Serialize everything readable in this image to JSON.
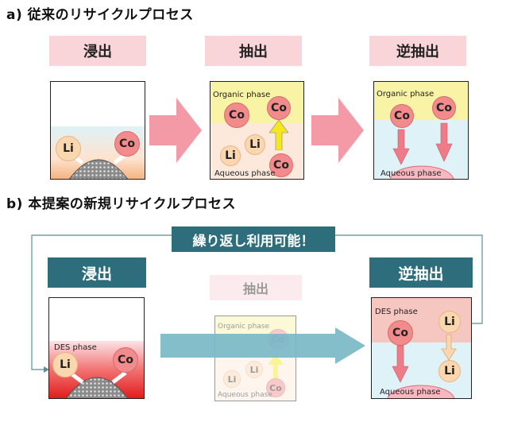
{
  "section_a": {
    "title": "a) 従来のリサイクルプロセス"
  },
  "section_b": {
    "title": "b) 本提案の新規リサイクルプロセス"
  },
  "steps": {
    "leach": "浸出",
    "extract": "抽出",
    "strip": "逆抽出"
  },
  "reuse_banner": "繰り返し利用可能！",
  "phases": {
    "organic": "Organic phase",
    "aqueous": "Aqueous phase",
    "des": "DES phase"
  },
  "elements": {
    "co": "Co",
    "li": "Li"
  },
  "colors": {
    "pink_label": "#f9d5da",
    "teal_label": "#2e6d7b",
    "co_circle": "#f28c8c",
    "li_circle": "#fbd7b0",
    "organic_phase": "#f9f3a6",
    "aqueous_phase": "#dff2f7",
    "arrow_pink": "#f49aa6",
    "arrow_teal": "#79b9c7"
  }
}
